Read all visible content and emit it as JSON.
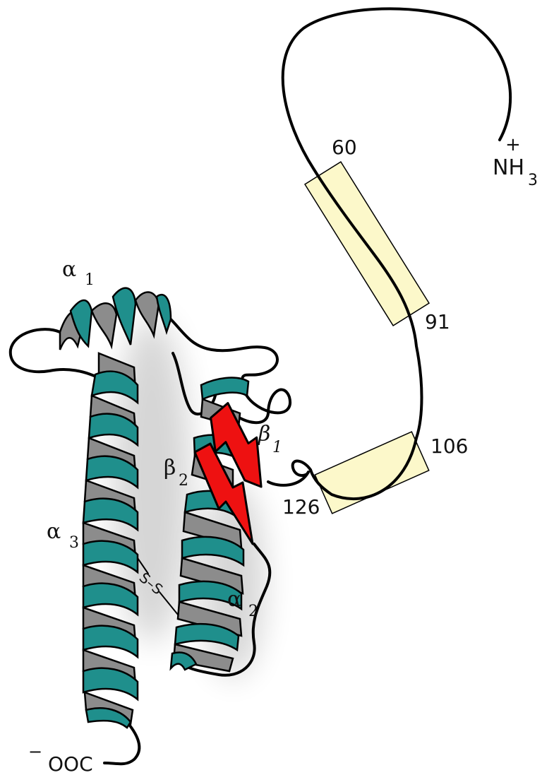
{
  "labels": {
    "residue_60": "60",
    "residue_91": "91",
    "residue_106": "106",
    "residue_126": "126",
    "n_term_charge": "+",
    "n_term_main": "NH",
    "n_term_sub": "3",
    "c_term_charge": "−",
    "c_term": "OOC",
    "helix_1_symbol": "α",
    "helix_1_sub": "1",
    "helix_2_symbol": "α",
    "helix_2_sub": "2",
    "helix_3_symbol": "α",
    "helix_3_sub": "3",
    "strand_1_symbol": "β",
    "strand_1_sub": "1",
    "strand_2_symbol": "β",
    "strand_2_sub": "2",
    "disulfide": "S–S"
  },
  "colors": {
    "helix_front": "#1f8f8c",
    "helix_back": "#8c8c8c",
    "strand": "#ee1111",
    "highlight_box": "#fbf6b8",
    "backbone": "#000000"
  }
}
